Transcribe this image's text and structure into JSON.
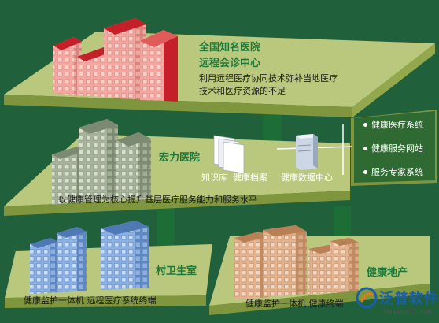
{
  "top_tier": {
    "title_line1": "全国知名医院",
    "title_line2": "远程会诊中心",
    "desc_line1": "利用远程医疗协同技术弥补当地医疗",
    "desc_line2": "技术和医疗资源的不足"
  },
  "middle_tier": {
    "title": "宏力医院",
    "item_knowledge": "知识库",
    "item_records": "健康档案",
    "item_datacenter": "健康数据中心",
    "desc": "以健康管理为核心提升基层医疗服务能力和服务水平"
  },
  "side_panel": {
    "items": [
      "健康医疗系统",
      "健康服务网站",
      "服务专家系统"
    ]
  },
  "bottom_left": {
    "title": "村卫生室",
    "desc": "健康监护一体机 远程医疗系统终端"
  },
  "bottom_right": {
    "title": "健康地产",
    "desc": "健康监护一体机 健康终端"
  },
  "logo": {
    "name": "泛普软件",
    "url": "fanpusoft.com"
  },
  "colors": {
    "background": "#20603a",
    "platform_top": "#b9c87c",
    "platform_side": "#7f963f",
    "pink_building": "#f2a7a0",
    "red_accent": "#c5202a",
    "grey_building": "#a6b29a",
    "blue_building": "#8cb1e2",
    "tan_building": "#e2b391",
    "title_green": "#1e7a3a"
  }
}
